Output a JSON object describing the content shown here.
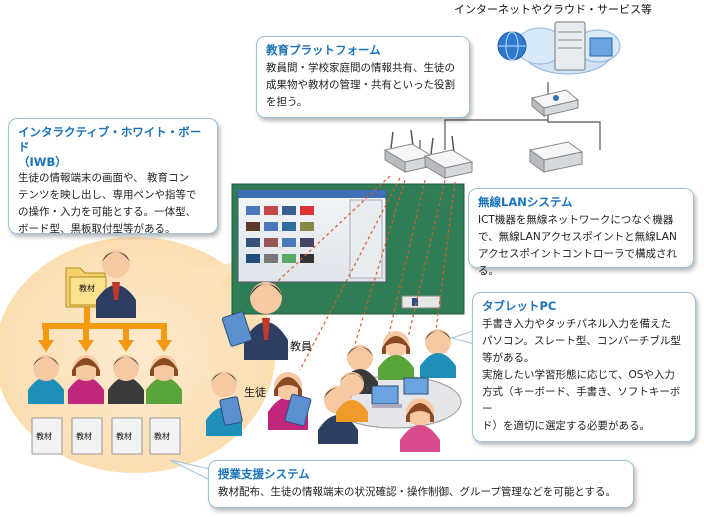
{
  "internet": {
    "label": "インターネットやクラウド・サービス等"
  },
  "platform": {
    "title": "教育プラットフォーム",
    "text": "教員間・学校家庭間の情報共有、生徒の\n成果物や教材の管理・共有といった役割\nを担う。"
  },
  "iwb": {
    "title": "インタラクティブ・ホワイト・ボード\n（IWB）",
    "text": "生徒の情報端末の画面や、 教育コン\nテンツを映し出し、専用ペンや指等で\nの操作・入力を可能とする。一体型、\nボード型、黒板取付型等がある。"
  },
  "wlan": {
    "title": "無線LANシステム",
    "text": "ICT機器を無線ネットワークにつなぐ機器\nで、無線LANアクセスポイントと無線LAN\nアクセスポイントコントローラで構成される。"
  },
  "tablet": {
    "title": "タブレットPC",
    "text": "手書き入力やタッチパネル入力を備えた\nパソコン。スレート型、コンバーチブル型\n等がある。\n実施したい学習形態に応じて、OSや入力\n方式（キーボード、手書き、ソフトキーボー\nド）を適切に選定する必要がある。"
  },
  "support": {
    "title": "授業支援システム",
    "text": "教材配布、生徒の情報端末の状況確認・操作制御、グループ管理などを可能とする。"
  },
  "labels": {
    "teacher": "教員",
    "student": "生徒",
    "material": "教材"
  },
  "colors": {
    "accent_title": "#1a73b8",
    "callout_border": "#9bc3de",
    "arrow_orange": "#f39a12",
    "circle_fill": "#fde7c4",
    "board_green": "#2e7d55",
    "link_dash": "#e05a2a"
  }
}
